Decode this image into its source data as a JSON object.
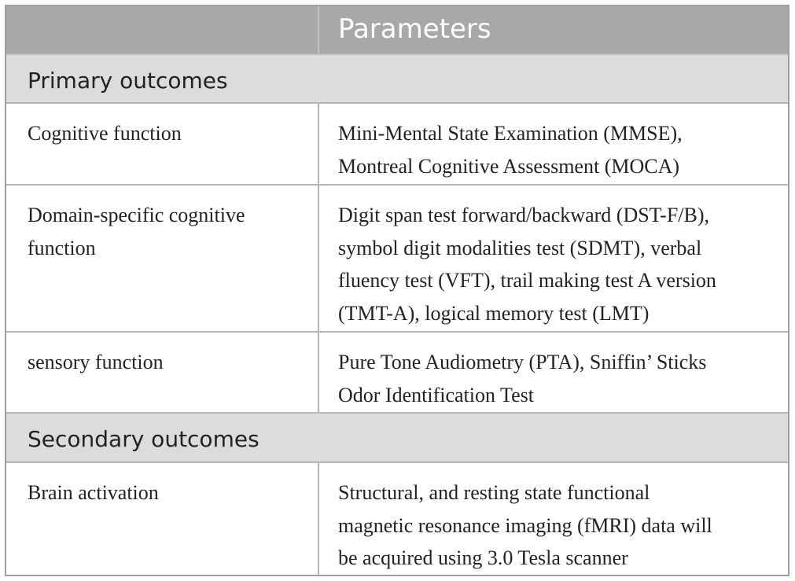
{
  "table": {
    "header": {
      "col1": "",
      "col2": "Parameters"
    },
    "sections": [
      {
        "title": "Primary outcomes",
        "rows": [
          {
            "name": [
              "Cognitive function"
            ],
            "parameters": [
              "Mini-Mental State Examination (MMSE),",
              "Montreal Cognitive Assessment (MOCA)"
            ]
          },
          {
            "name": [
              "Domain-specific cognitive",
              "function"
            ],
            "parameters": [
              "Digit span test forward/backward (DST-F/B),",
              "symbol digit modalities test (SDMT), verbal",
              "fluency test (VFT), trail making test A version",
              "(TMT-A), logical memory test (LMT)"
            ]
          },
          {
            "name": [
              "sensory function"
            ],
            "parameters": [
              "Pure Tone Audiometry (PTA), Sniffin’ Sticks",
              "Odor Identification Test"
            ]
          }
        ]
      },
      {
        "title": "Secondary outcomes",
        "rows": [
          {
            "name": [
              "Brain activation"
            ],
            "parameters": [
              "Structural, and resting state functional",
              "magnetic resonance imaging (fMRI) data will",
              "be acquired using 3.0 Tesla scanner"
            ]
          }
        ]
      }
    ]
  }
}
